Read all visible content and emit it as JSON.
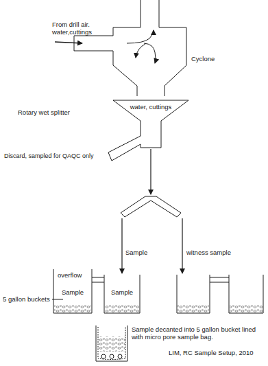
{
  "diagram": {
    "caption": "LIM, RC Sample Setup, 2010",
    "nodes": [
      {
        "text": [
          "water, cuttings"
        ]
      },
      {
        "text": [
          "Sample"
        ]
      },
      {
        "text": [
          "Sample"
        ]
      }
    ],
    "labels": [
      "From drill air. water,cuttings",
      "Cyclone",
      "Rotary wet splitter",
      "Discard, sampled for QAQC only",
      "Sample",
      "witness sample",
      "overflow",
      "5 gallon buckets",
      "Sample decanted into 5 gallon bucket lined with micro pore sample bag."
    ]
  }
}
